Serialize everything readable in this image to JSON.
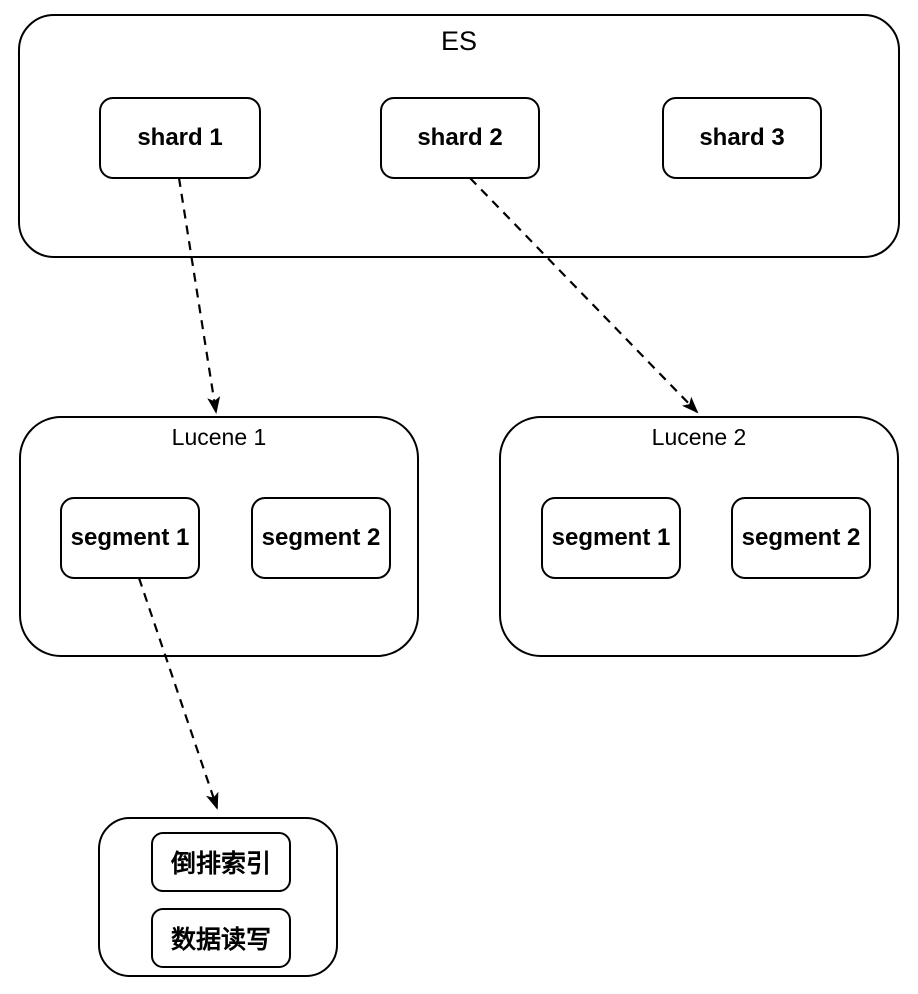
{
  "es": {
    "label": "ES",
    "shards": [
      {
        "label": "shard 1"
      },
      {
        "label": "shard 2"
      },
      {
        "label": "shard 3"
      }
    ]
  },
  "lucene1": {
    "label": "Lucene 1",
    "segments": [
      {
        "label": "segment 1"
      },
      {
        "label": "segment 2"
      }
    ]
  },
  "lucene2": {
    "label": "Lucene 2",
    "segments": [
      {
        "label": "segment 1"
      },
      {
        "label": "segment 2"
      }
    ]
  },
  "storage": {
    "items": [
      {
        "label": "倒排索引"
      },
      {
        "label": "数据读写"
      }
    ]
  },
  "edges": [
    {
      "from": "shard 1",
      "to": "Lucene 1",
      "style": "dashed-arrow"
    },
    {
      "from": "shard 2",
      "to": "Lucene 2",
      "style": "dashed-arrow"
    },
    {
      "from": "segment 1 (Lucene 1)",
      "to": "storage (倒排索引 / 数据读写)",
      "style": "dashed-arrow"
    }
  ],
  "colors": {
    "stroke": "#000000",
    "background": "#ffffff",
    "text": "#000000"
  }
}
